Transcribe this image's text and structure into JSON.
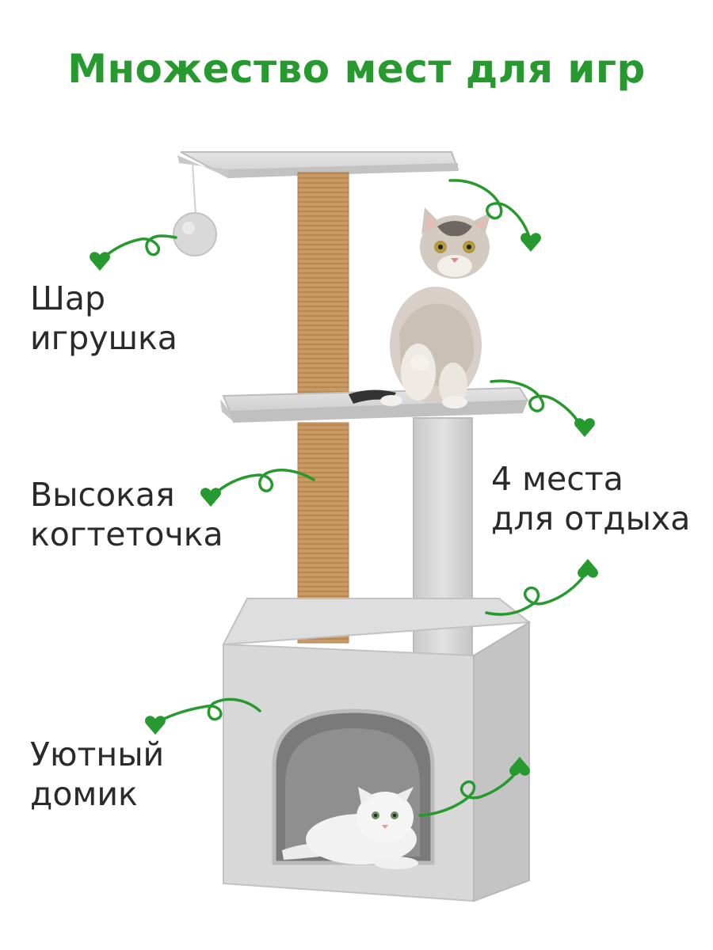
{
  "headline": "Множество мест для игр",
  "labels": {
    "ball_toy": [
      "Шар",
      "игрушка"
    ],
    "scratcher": [
      "Высокая",
      "когтеточка"
    ],
    "rest_places": [
      "4 места",
      "для отдыха"
    ],
    "house": [
      "Уютный",
      "домик"
    ]
  },
  "colors": {
    "accent_green": "#279a2f",
    "plush_gray": "#d6d6d6",
    "sisal": "#c99a63",
    "text": "#2a2a2a"
  },
  "icons": [
    "curly-arrow-heart-icon"
  ]
}
